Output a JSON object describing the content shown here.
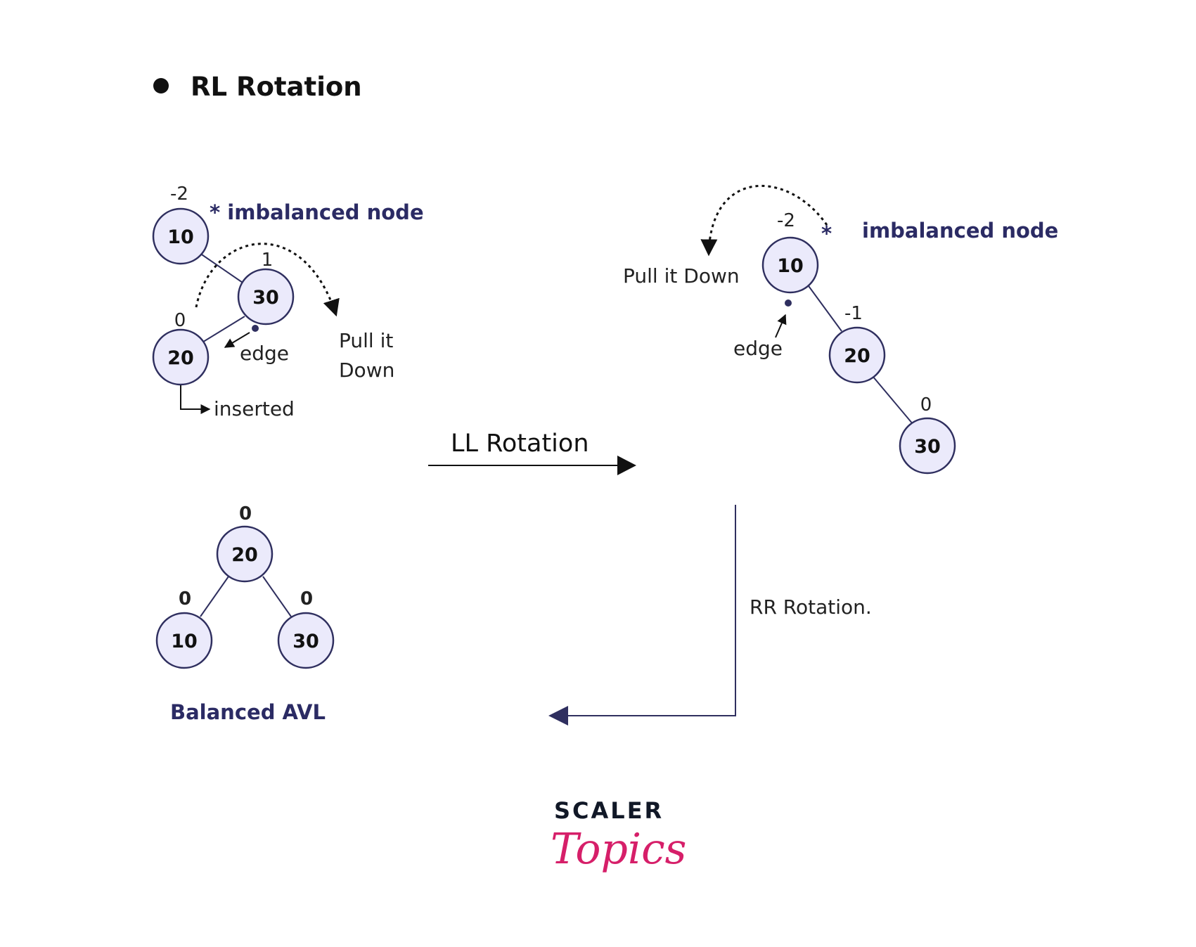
{
  "title": "RL Rotation",
  "colors": {
    "node_fill": "#ebeafb",
    "node_stroke": "#2f2f5f",
    "accent_text": "#2b2b64",
    "logo_accent": "#d61f69"
  },
  "stage1": {
    "imbalanced_label": "* imbalanced node",
    "nodes": [
      {
        "key": "10",
        "balance": "-2"
      },
      {
        "key": "30",
        "balance": "1"
      },
      {
        "key": "20",
        "balance": "0"
      }
    ],
    "edge_label": "edge",
    "pull_label_line1": "Pull it",
    "pull_label_line2": "Down",
    "inserted_label": "inserted"
  },
  "ll_rotation_label": "LL Rotation",
  "stage2": {
    "star": "*",
    "imbalanced_label": "imbalanced node",
    "pull_label": "Pull it Down",
    "edge_label": "edge",
    "nodes": [
      {
        "key": "10",
        "balance": "-2"
      },
      {
        "key": "20",
        "balance": "-1"
      },
      {
        "key": "30",
        "balance": "0"
      }
    ]
  },
  "rr_rotation_label": "RR Rotation.",
  "stage3": {
    "caption": "Balanced AVL",
    "nodes": [
      {
        "key": "20",
        "balance": "0"
      },
      {
        "key": "10",
        "balance": "0"
      },
      {
        "key": "30",
        "balance": "0"
      }
    ]
  },
  "logo": {
    "line1": "SCALER",
    "line2": "Topics"
  }
}
